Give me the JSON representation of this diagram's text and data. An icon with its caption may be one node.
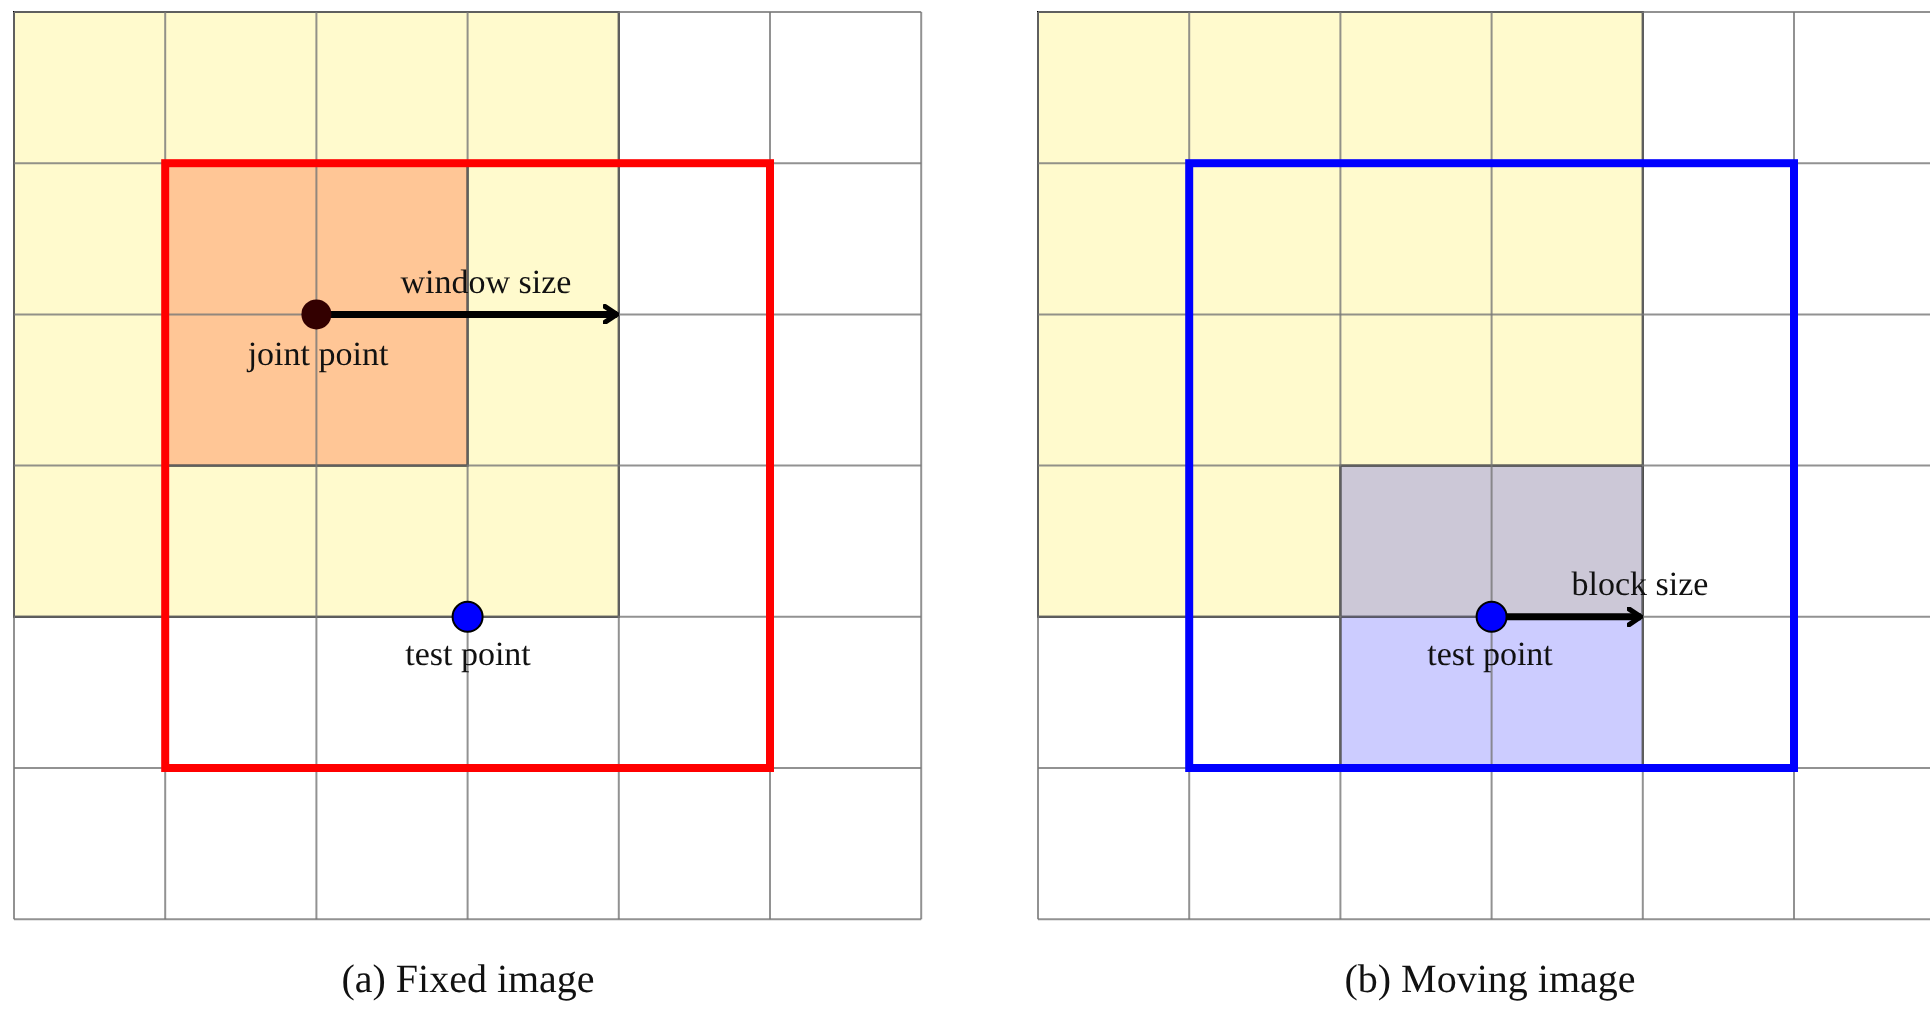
{
  "diagram": {
    "labels": [
      "window size",
      "joint point",
      "test point",
      "(a) Fixed image",
      "block size",
      "test point",
      "(b) Moving image"
    ]
  }
}
